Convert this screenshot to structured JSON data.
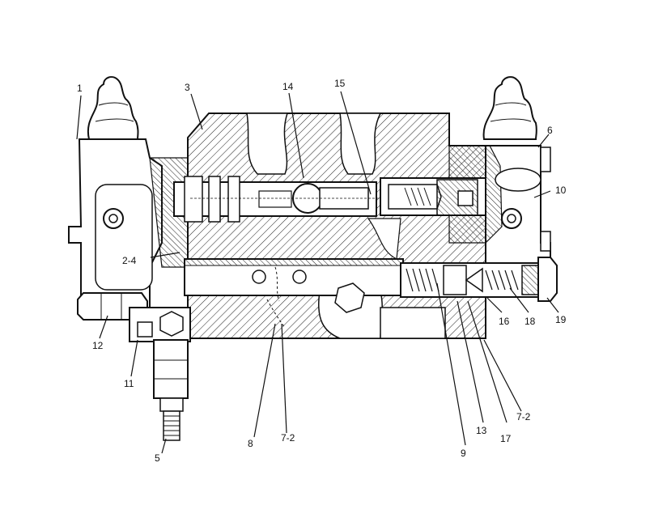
{
  "diagram": {
    "callouts": {
      "c1": "1",
      "c3": "3",
      "c14": "14",
      "c15": "15",
      "c6": "6",
      "c10": "10",
      "c2_4": "2-4",
      "c12": "12",
      "c11": "11",
      "c5": "5",
      "c8": "8",
      "c7_2a": "7-2",
      "c9": "9",
      "c13": "13",
      "c17": "17",
      "c7_2b": "7-2",
      "c16": "16",
      "c18": "18",
      "c19": "19"
    }
  }
}
